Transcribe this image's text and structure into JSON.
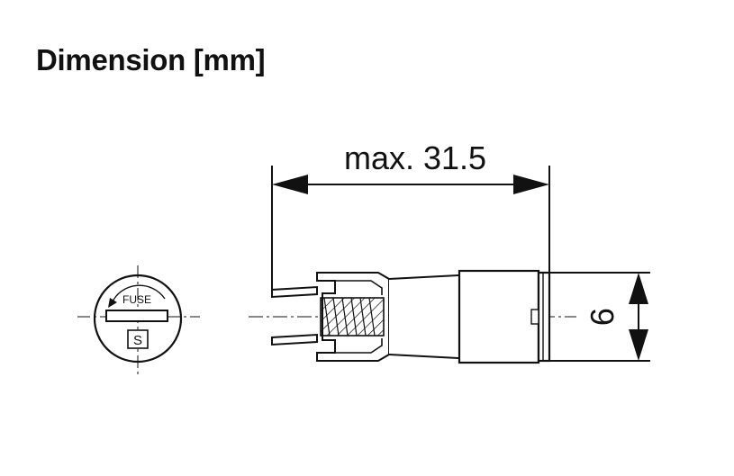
{
  "title": "Dimension [mm]",
  "dimensions": {
    "length_label": "max. 31.5",
    "diameter_label": "9"
  },
  "end_view": {
    "fuse_label": "FUSE",
    "symbol_label": "S"
  }
}
